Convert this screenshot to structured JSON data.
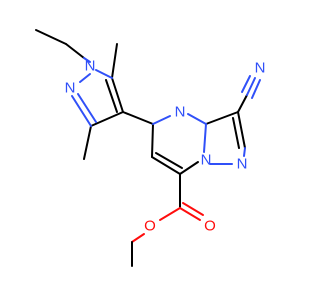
{
  "molecule": {
    "colors": {
      "bond": "#000000",
      "nitrogen": "#3050F8",
      "oxygen": "#FF0D0D",
      "background": "#ffffff"
    },
    "atom_labels": {
      "n_pyrazole_ethyl": "N",
      "n_pyrazole_imine": "N",
      "n_pyrimidine": "N",
      "n_bridge": "N",
      "n_pyrazolo": "N",
      "n_nitrile": "N",
      "o_carbonyl": "O",
      "o_ester": "O"
    }
  }
}
